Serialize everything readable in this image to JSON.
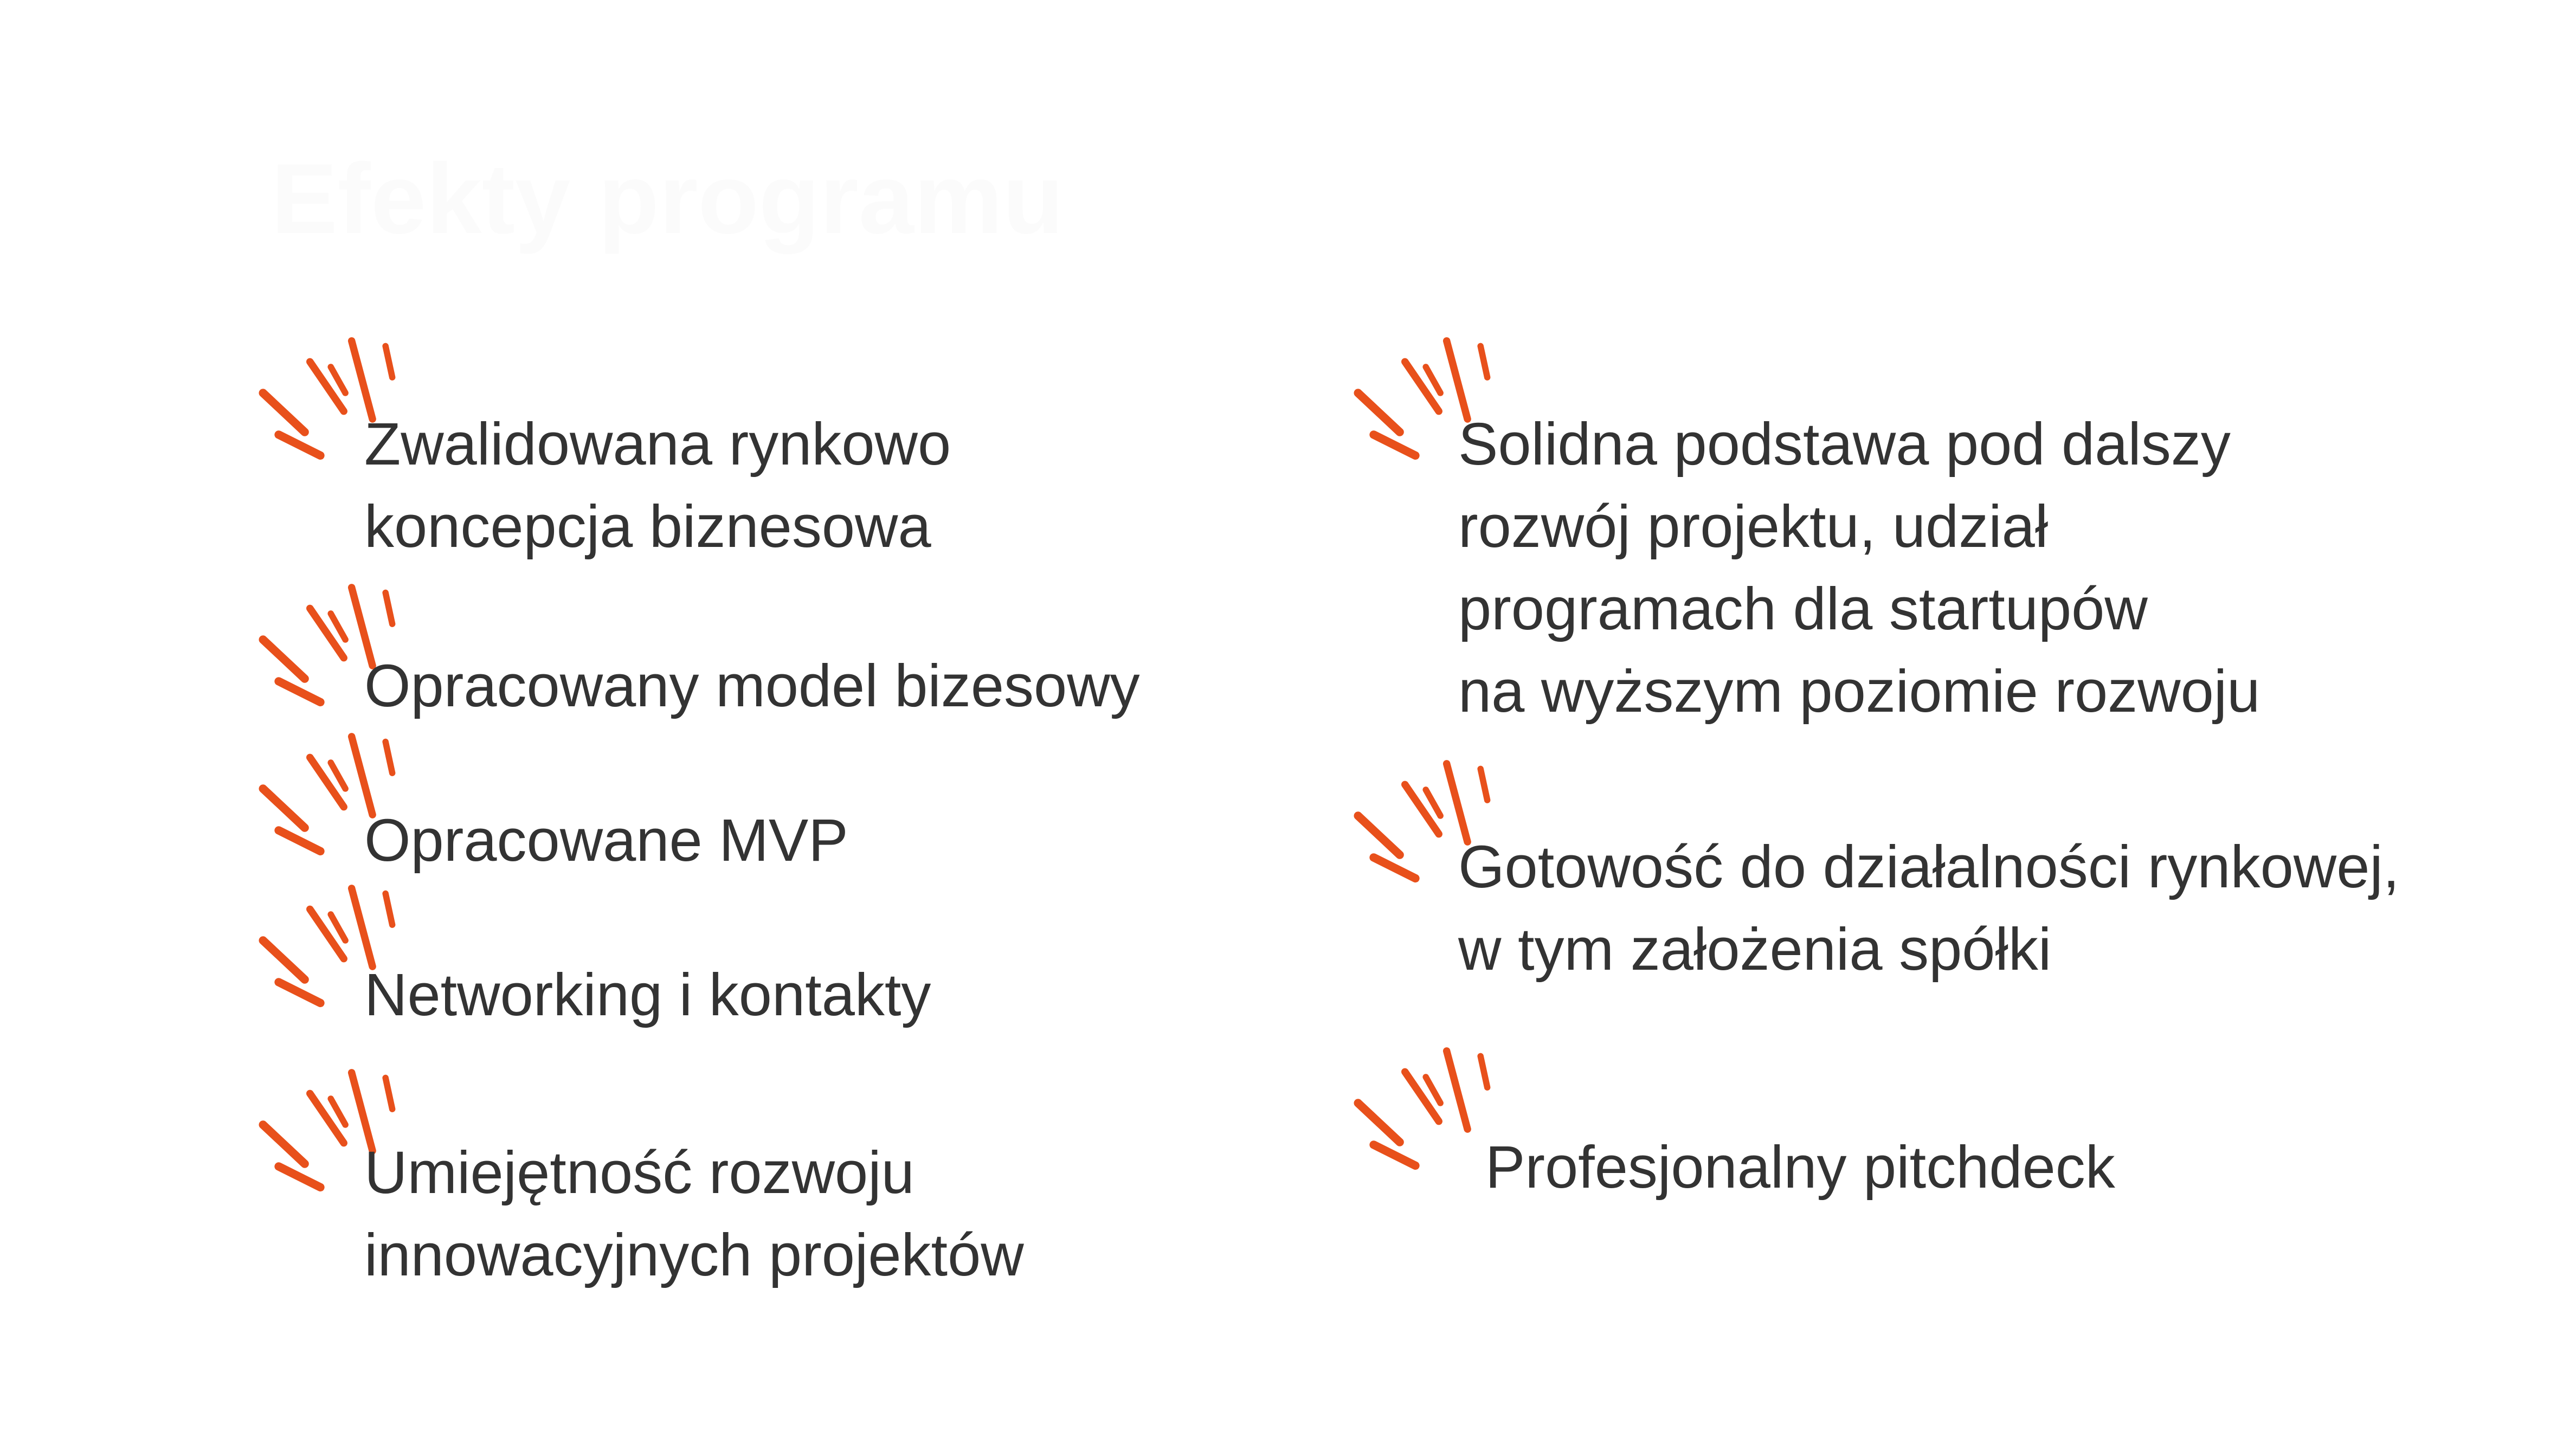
{
  "title": "Efekty programu",
  "accent_color": "#e8501b",
  "left_items": [
    {
      "lines": [
        "Zwalidowana rynkowo",
        "koncepcja biznesowa"
      ]
    },
    {
      "lines": [
        "Opracowany model bizesowy"
      ]
    },
    {
      "lines": [
        "Opracowane MVP"
      ]
    },
    {
      "lines": [
        "Networking i kontakty"
      ]
    },
    {
      "lines": [
        "Umiejętność rozwoju",
        "innowacyjnych projektów"
      ]
    }
  ],
  "right_items": [
    {
      "lines": [
        "Solidna podstawa pod dalszy",
        "rozwój projektu, udział",
        "programach dla startupów",
        "na wyższym poziomie rozwoju"
      ]
    },
    {
      "lines": [
        "Gotowość do działalności rynkowej,",
        "w tym założenia spółki"
      ]
    },
    {
      "lines": [
        "Profesjonalny pitchdeck"
      ]
    }
  ]
}
